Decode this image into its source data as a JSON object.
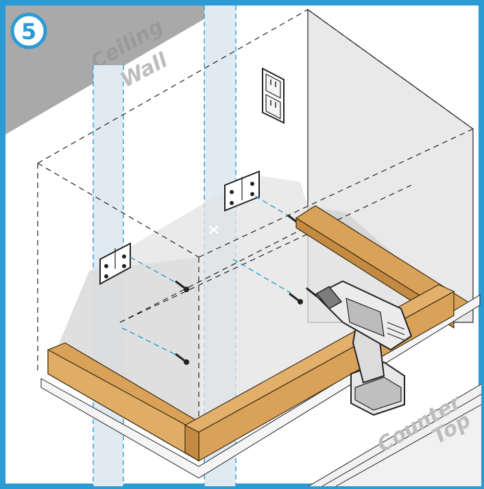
{
  "step": {
    "number": "5"
  },
  "labels": {
    "ceiling": "Ceiling",
    "wall": "Wall",
    "counter": "Counter",
    "top": "Top"
  },
  "colors": {
    "frame": "#2b9bd6",
    "ceiling": "#a9a9a9",
    "wood": "#d9a258",
    "wood_edge": "#3a2a10",
    "stud": "#dfeaf3",
    "hood": "#ebebeb",
    "drill": "#e3e3e3"
  },
  "icons": [
    "step-badge-icon",
    "electrical-outlet-icon",
    "mounting-bracket-icon",
    "screw-icon",
    "cordless-drill-icon"
  ]
}
